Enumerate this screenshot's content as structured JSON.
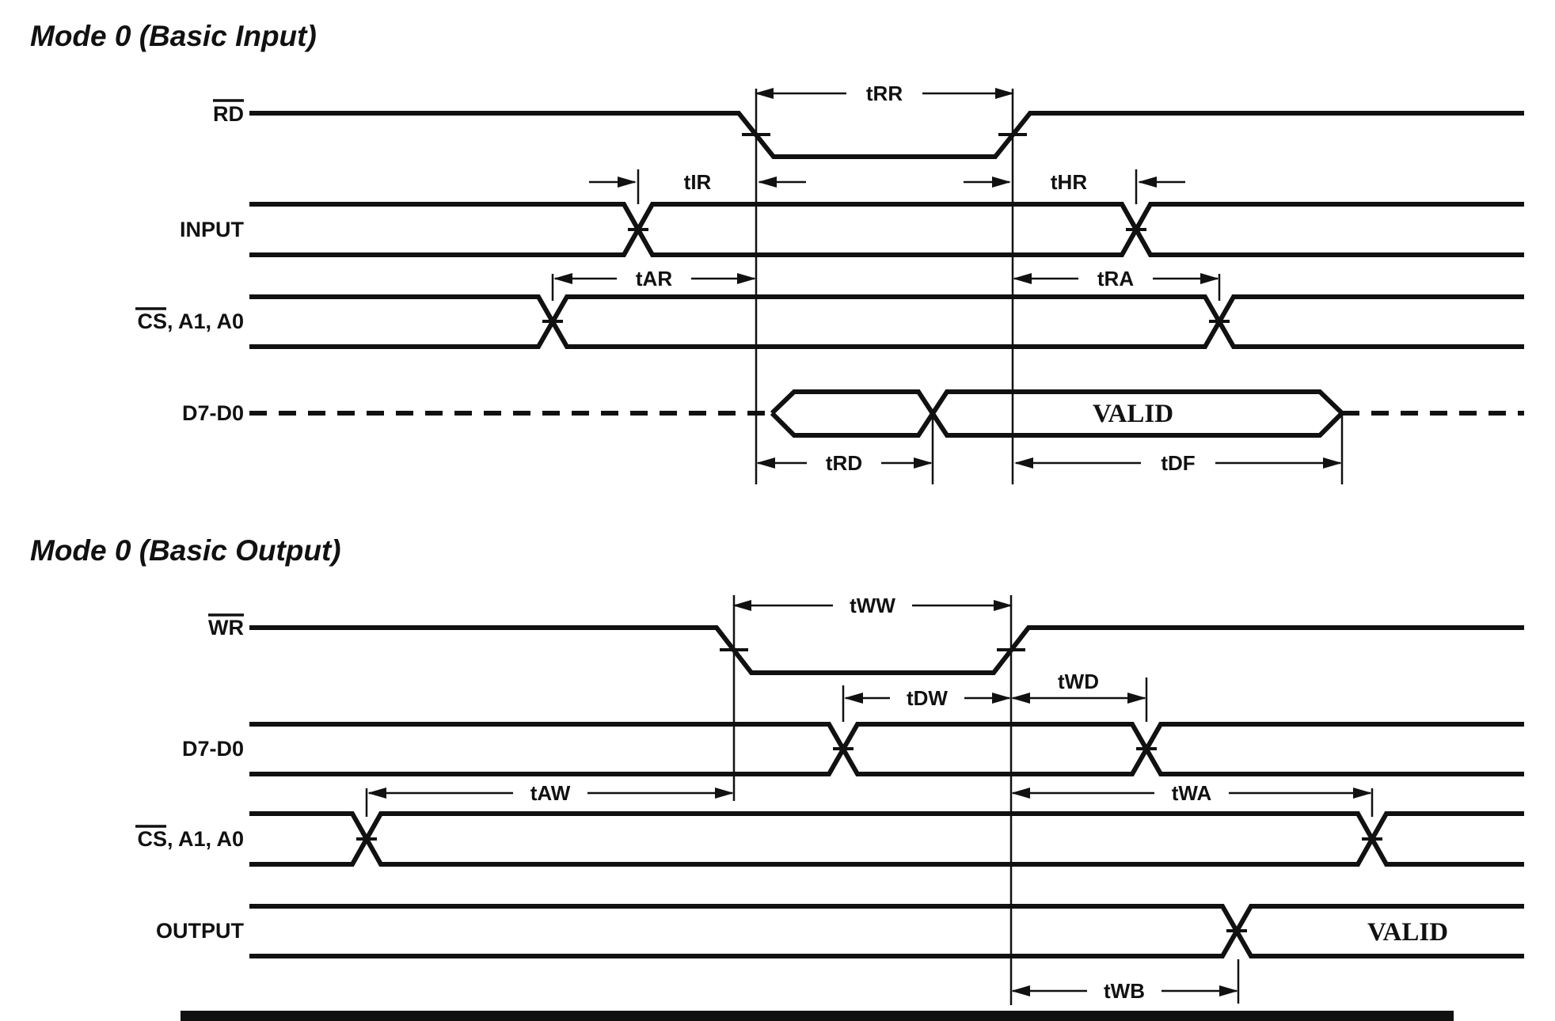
{
  "input_diagram": {
    "title": "Mode 0 (Basic Input)",
    "signals": {
      "rd": "RD",
      "input": "INPUT",
      "cs": "CS, A1, A0",
      "data": "D7-D0"
    },
    "timings": {
      "tRR": "tRR",
      "tIR": "tIR",
      "tHR": "tHR",
      "tAR": "tAR",
      "tRA": "tRA",
      "tRD": "tRD",
      "tDF": "tDF"
    },
    "valid": "VALID"
  },
  "output_diagram": {
    "title": "Mode 0 (Basic Output)",
    "signals": {
      "wr": "WR",
      "data": "D7-D0",
      "cs": "CS, A1, A0",
      "output": "OUTPUT"
    },
    "timings": {
      "tWW": "tWW",
      "tDW": "tDW",
      "tWD": "tWD",
      "tAW": "tAW",
      "tWA": "tWA",
      "tWB": "tWB"
    },
    "valid": "VALID"
  }
}
